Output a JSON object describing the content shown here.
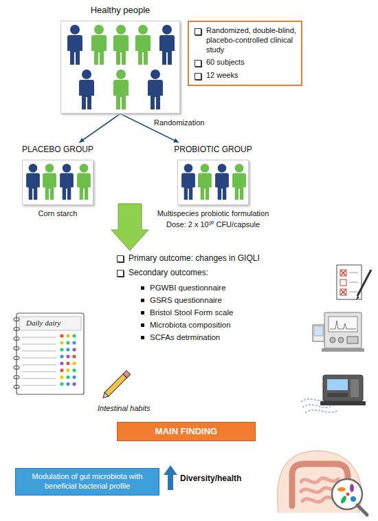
{
  "diagram": {
    "nodes": [
      {
        "text": [
          "Healthy people"
        ]
      },
      {
        "text": [
          "Randomized, double-blind, placebo-controlled clinical study",
          "60 subjects",
          "12 weeks"
        ]
      },
      {
        "text": [
          "PLACEBO GROUP",
          "Corn starch"
        ]
      },
      {
        "text": [
          "PROBIOTIC GROUP",
          "Multispecies probiotic formulation",
          "Dose: 2 x 10¹⁰ CFU/capsule"
        ]
      },
      {
        "text": [
          "MAIN FINDING"
        ]
      },
      {
        "text": [
          "Modulation of gut microbiota with beneficial bacterial profile"
        ]
      }
    ],
    "edges": [
      {
        "from": 0,
        "to": 2,
        "arrow": "to"
      },
      {
        "from": 0,
        "to": 3,
        "arrow": "to"
      }
    ],
    "labels": [
      "Randomization",
      "Primary outcome: changes in GIQLI",
      "Secondary outcomes:",
      "PGWBI questionnaire",
      "GSRS questionnaire",
      "Bristol Stool Form scale",
      "Microbiota composition",
      "SCFAs detrmination",
      "Daily dairy",
      "Intestinal habits",
      "Diversity/health"
    ]
  }
}
